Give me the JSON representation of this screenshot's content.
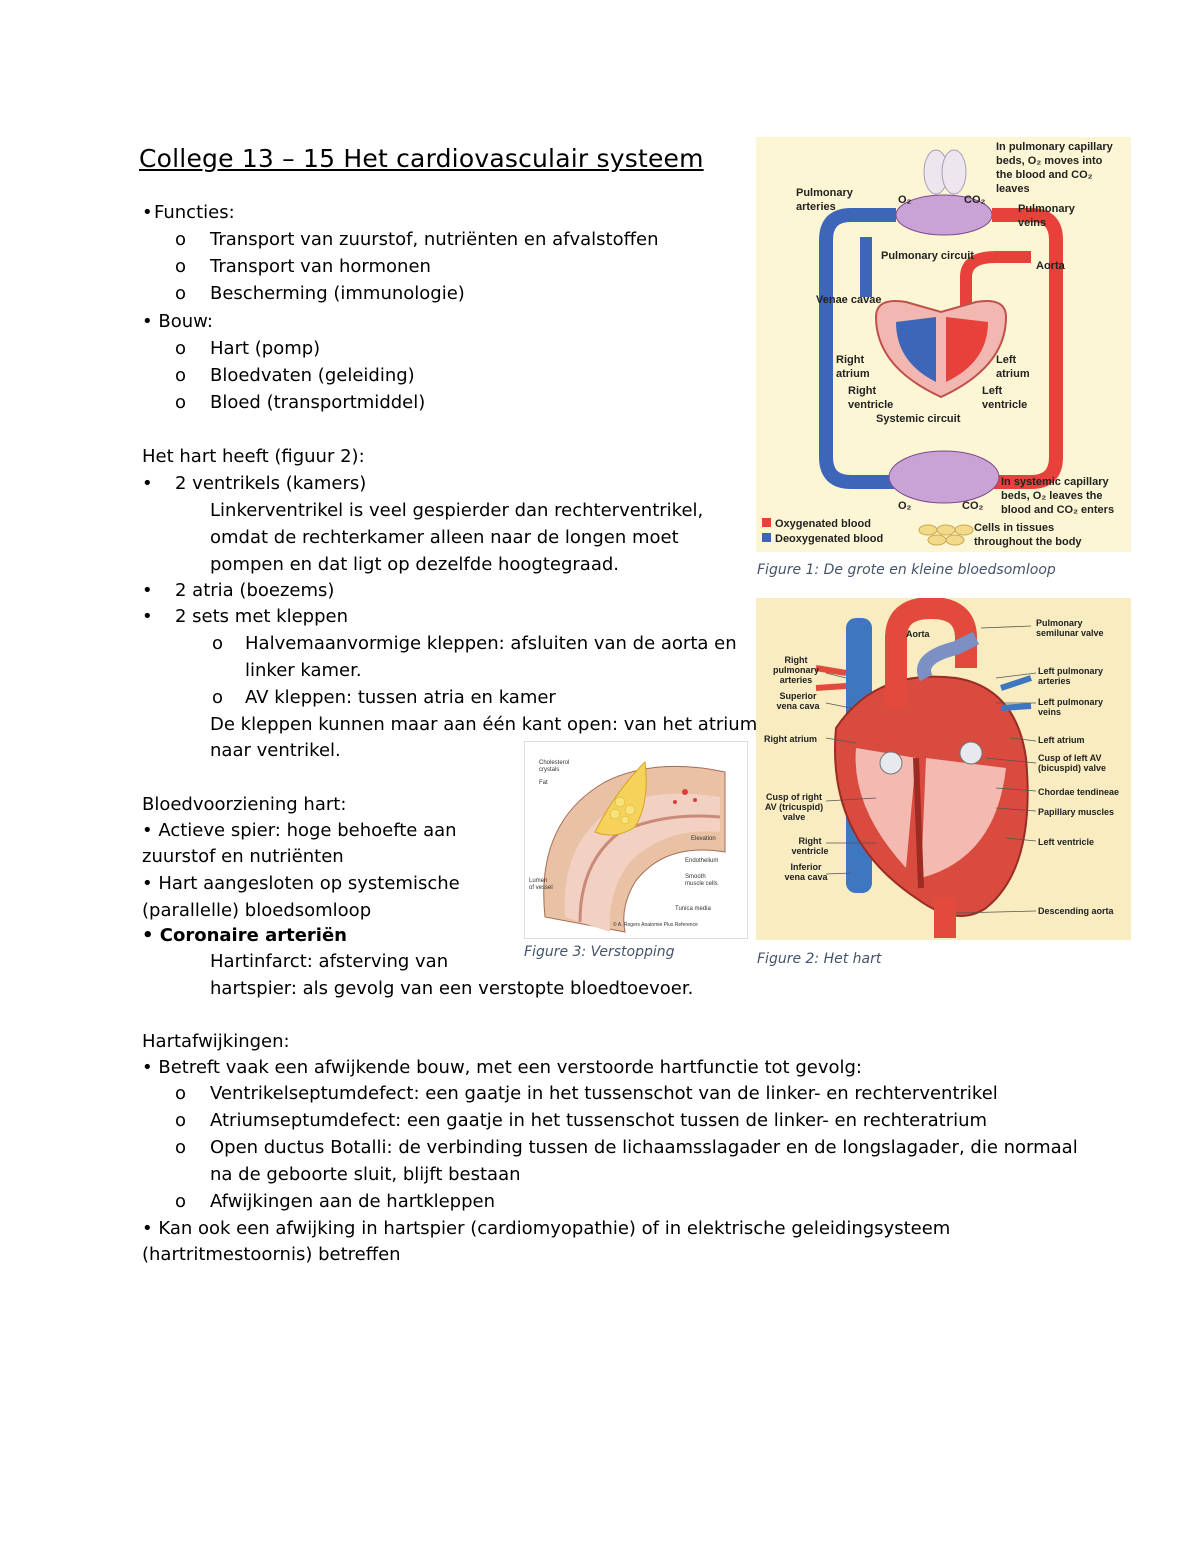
{
  "title": "College 13 – 15 Het cardiovasculair systeem",
  "functies": {
    "label": "Functies:",
    "items": [
      "Transport van zuurstof, nutriënten en afvalstoffen",
      "Transport van hormonen",
      "Bescherming (immunologie)"
    ]
  },
  "bouw": {
    "label": "Bouw:",
    "items": [
      "Hart (pomp)",
      "Bloedvaten (geleiding)",
      "Bloed (transportmiddel)"
    ]
  },
  "hart": {
    "heading": "Het hart heeft (figuur 2):",
    "ventrikels": "2 ventrikels (kamers)",
    "ventrikels_note": [
      "Linkerventrikel is veel gespierder dan rechterventrikel,",
      "omdat de rechterkamer alleen naar de longen moet",
      "pompen en dat ligt op dezelfde hoogtegraad."
    ],
    "atria": "2 atria (boezems)",
    "kleppen": "2 sets met kleppen",
    "kleppen_items": [
      [
        "Halvemaanvormige kleppen: afsluiten van de aorta en",
        "linker kamer."
      ],
      [
        "AV kleppen: tussen atria en kamer"
      ]
    ],
    "kleppen_note": [
      "De kleppen kunnen maar aan één kant open: van het atrium",
      "naar ventrikel."
    ]
  },
  "bloedvoorziening": {
    "heading": "Bloedvoorziening hart:",
    "lines": [
      "• Actieve spier: hoge behoefte aan",
      "zuurstof en nutriënten",
      "• Hart aangesloten op systemische",
      "(parallelle) bloedsomloop",
      "• Coronaire arteriën"
    ],
    "infarct": [
      "Hartinfarct: afsterving van",
      "hartspier: als gevolg van een verstopte bloedtoevoer."
    ]
  },
  "afwijkingen": {
    "heading": "Hartafwijkingen:",
    "intro": "• Betreft vaak een afwijkende bouw, met een verstoorde hartfunctie tot gevolg:",
    "items": [
      [
        "Ventrikelseptumdefect: een gaatje in het tussenschot van de linker- en rechterventrikel"
      ],
      [
        "Atriumseptumdefect: een gaatje in het tussenschot tussen de linker- en rechteratrium"
      ],
      [
        "Open ductus Botalli: de verbinding tussen de lichaamsslagader en de longslagader, die normaal",
        "na de geboorte sluit, blijft bestaan"
      ],
      [
        "Afwijkingen aan de hartkleppen"
      ]
    ],
    "outro": [
      "• Kan ook een afwijking in hartspier (cardiomyopathie) of in elektrische geleidingsysteem",
      "(hartritmestoornis) betreffen"
    ]
  },
  "sub_bullet": "o",
  "fig1": {
    "caption": "Figure 1: De grote en kleine bloedsomloop",
    "labels": {
      "pulm_cap": [
        "In pulmonary capillary",
        "beds, O₂ moves into",
        "the blood and CO₂",
        "leaves"
      ],
      "pulm_arteries": [
        "Pulmonary",
        "arteries"
      ],
      "pulm_veins": [
        "Pulmonary",
        "veins"
      ],
      "o2": "O₂",
      "co2": "CO₂",
      "pulm_circuit": "Pulmonary circuit",
      "aorta": "Aorta",
      "venae_cavae": "Venae cavae",
      "right_atrium": [
        "Right",
        "atrium"
      ],
      "right_ventricle": [
        "Right",
        "ventricle"
      ],
      "left_atrium": [
        "Left",
        "atrium"
      ],
      "left_ventricle": [
        "Left",
        "ventricle"
      ],
      "systemic_circuit": "Systemic circuit",
      "sys_cap": [
        "In systemic capillary",
        "beds, O₂ leaves the",
        "blood and CO₂ enters"
      ],
      "oxygenated": "Oxygenated blood",
      "deoxygenated": "Deoxygenated blood",
      "cells": [
        "Cells in tissues",
        "throughout the body"
      ]
    }
  },
  "fig2": {
    "caption": "Figure 2: Het hart",
    "labels": {
      "aorta": "Aorta",
      "pulm_valve": [
        "Pulmonary",
        "semilunar valve"
      ],
      "right_pulm_arteries": [
        "Right",
        "pulmonary",
        "arteries"
      ],
      "left_pulm_arteries": [
        "Left pulmonary",
        "arteries"
      ],
      "superior_vc": [
        "Superior",
        "vena cava"
      ],
      "left_pulm_veins": [
        "Left pulmonary",
        "veins"
      ],
      "right_atrium": "Right atrium",
      "left_atrium": "Left atrium",
      "cusp_left_av": [
        "Cusp of left AV",
        "(bicuspid) valve"
      ],
      "cusp_right_av": [
        "Cusp of right",
        "AV (tricuspid)",
        "valve"
      ],
      "chordae": "Chordae tendineae",
      "papillary": "Papillary muscles",
      "right_ventricle": [
        "Right",
        "ventricle"
      ],
      "left_ventricle": "Left ventricle",
      "inferior_vc": [
        "Inferior",
        "vena cava"
      ],
      "descending_aorta": "Descending aorta"
    }
  },
  "fig3": {
    "caption": "Figure 3: Verstopping",
    "labels": {
      "cholesterol": [
        "Cholesterol",
        "crystals"
      ],
      "fat": "Fat",
      "elevation": "Elevation",
      "endothelium": "Endothelium",
      "lumen": [
        "Lumen",
        "of vessel"
      ],
      "smooth_muscle": [
        "Smooth",
        "muscle cells"
      ],
      "tunica_media": "Tunica media",
      "credit": "© A. Rogers Anatomie Plus Reference"
    }
  },
  "colors": {
    "oxygenated": "#e8403a",
    "deoxygenated": "#3e66b8",
    "fig1_bg": "#fdf6d4",
    "fig2_bg": "#f8ecc0",
    "caption": "#44546a"
  }
}
